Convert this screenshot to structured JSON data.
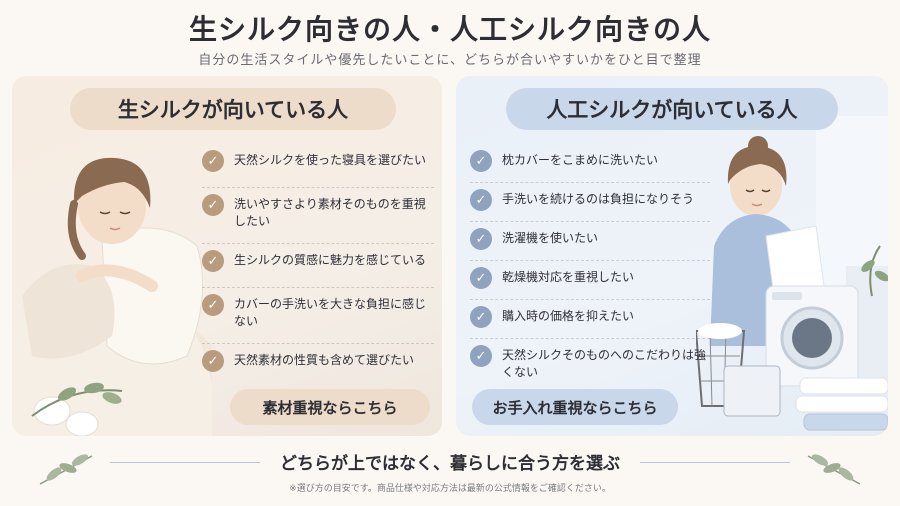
{
  "header": {
    "title": "生シルク向きの人・人工シルク向きの人",
    "subtitle": "自分の生活スタイルや優先したいことに、どちらが合いやすいかをひと目で整理"
  },
  "left_panel": {
    "heading": "生シルクが向いている人",
    "items": [
      {
        "label": "天然シルクを使った寝具を選びたい"
      },
      {
        "label": "洗いやすさより素材そのものを重視したい"
      },
      {
        "label": "生シルクの質感に魅力を感じている"
      },
      {
        "label": "カバーの手洗いを大きな負担に感じない"
      },
      {
        "label": "天然素材の性質も含めて選びたい"
      }
    ],
    "cta": "素材重視ならこちら"
  },
  "right_panel": {
    "heading": "人工シルクが向いている人",
    "items": [
      {
        "label": "枕カバーをこまめに洗いたい"
      },
      {
        "label": "手洗いを続けるのは負担になりそう"
      },
      {
        "label": "洗濯機を使いたい"
      },
      {
        "label": "乾燥機対応を重視したい"
      },
      {
        "label": "購入時の価格を抑えたい"
      },
      {
        "label": "天然シルクそのものへのこだわりは強くない"
      }
    ],
    "cta": "お手入れ重視ならこちら"
  },
  "footer": {
    "main": "どちらが上ではなく、暮らしに合う方を選ぶ",
    "note": "※選び方の目安です。商品仕様や対応方法は最新の公式情報をご確認ください。"
  },
  "icons": {
    "check": "check-icon",
    "leaf": "leaf-icon"
  },
  "colors": {
    "left_accent": "#b99c7e",
    "left_pill": "#ecdcc9",
    "right_accent": "#8fa3bf",
    "right_pill": "#c9d7ea"
  }
}
